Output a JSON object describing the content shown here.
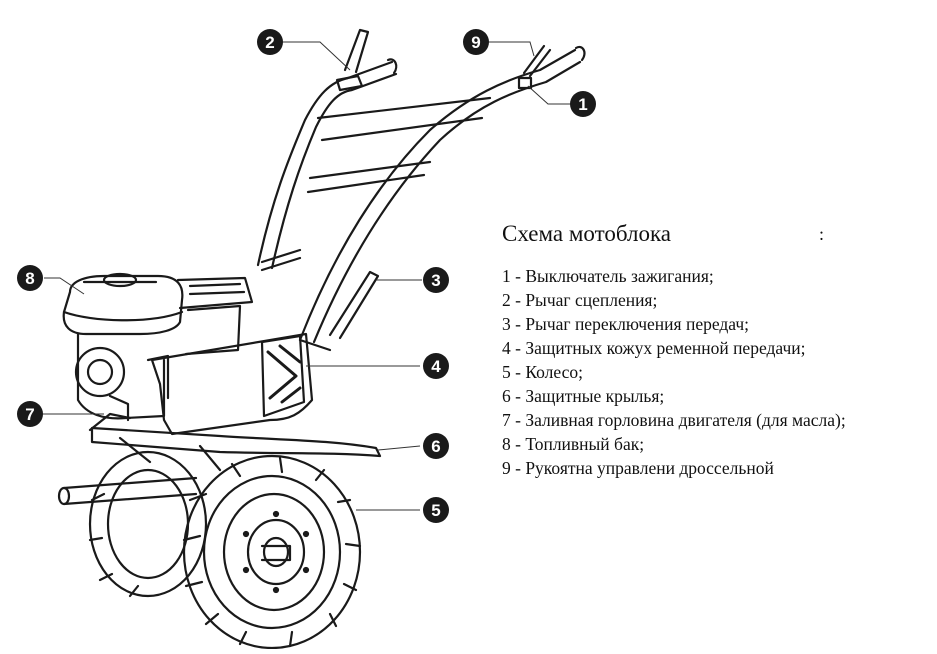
{
  "legend": {
    "title": "Схема мотоблока",
    "stray_mark": ":",
    "items": [
      "1 - Выключатель зажигания;",
      "2 - Рычаг сцепления;",
      "3 - Рычаг переключения передач;",
      "4 - Защитных кожух ременной передачи;",
      "5 - Колесо;",
      "6 - Защитные крылья;",
      "7 - Заливная горловина двигателя (для масла);",
      "8 - Топливный бак;",
      "9 - Рукоятна управлени дроссельной"
    ]
  },
  "callouts": [
    "1",
    "2",
    "3",
    "4",
    "5",
    "6",
    "7",
    "8",
    "9"
  ],
  "colors": {
    "line": "#1a1a1a",
    "badge": "#1a1a1a",
    "background": "#ffffff"
  }
}
